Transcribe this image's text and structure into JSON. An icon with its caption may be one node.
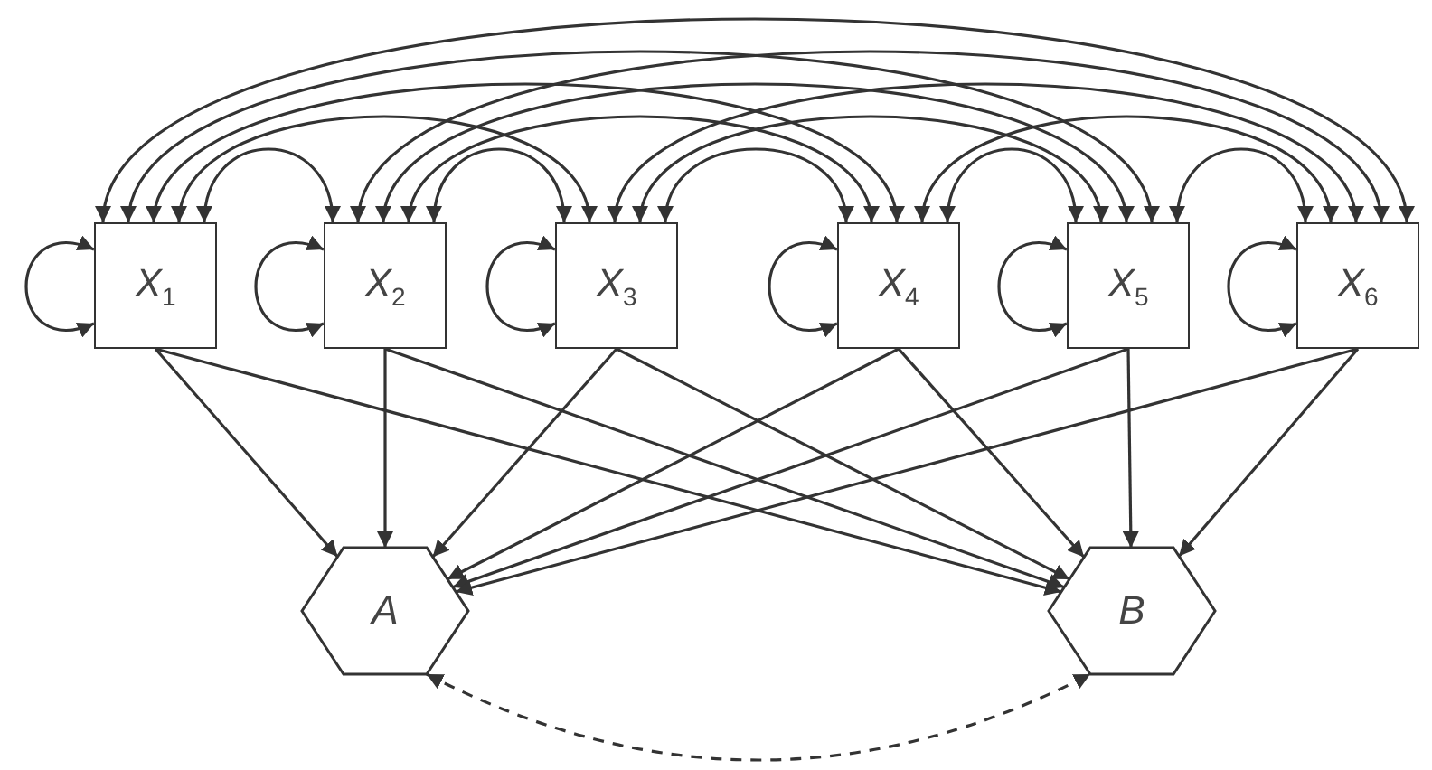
{
  "diagram": {
    "nodes": [
      {
        "text": [
          "X$_{1}$"
        ]
      },
      {
        "text": [
          "X$_{2}$"
        ]
      },
      {
        "text": [
          "X$_{3}$"
        ]
      },
      {
        "text": [
          "X$_{4}$"
        ]
      },
      {
        "text": [
          "X$_{5}$"
        ]
      },
      {
        "text": [
          "X$_{6}$"
        ]
      },
      {
        "text": [
          "A"
        ]
      },
      {
        "text": [
          "B"
        ]
      }
    ],
    "edges": [
      {
        "from": 0,
        "to": 0,
        "arrow": "both"
      },
      {
        "from": 1,
        "to": 1,
        "arrow": "both"
      },
      {
        "from": 2,
        "to": 2,
        "arrow": "both"
      },
      {
        "from": 3,
        "to": 3,
        "arrow": "both"
      },
      {
        "from": 4,
        "to": 4,
        "arrow": "both"
      },
      {
        "from": 5,
        "to": 5,
        "arrow": "both"
      },
      {
        "from": 0,
        "to": 1,
        "arrow": "both"
      },
      {
        "from": 0,
        "to": 2,
        "arrow": "both"
      },
      {
        "from": 0,
        "to": 3,
        "arrow": "both"
      },
      {
        "from": 0,
        "to": 4,
        "arrow": "both"
      },
      {
        "from": 0,
        "to": 5,
        "arrow": "both"
      },
      {
        "from": 1,
        "to": 2,
        "arrow": "both"
      },
      {
        "from": 1,
        "to": 3,
        "arrow": "both"
      },
      {
        "from": 1,
        "to": 4,
        "arrow": "both"
      },
      {
        "from": 1,
        "to": 5,
        "arrow": "both"
      },
      {
        "from": 2,
        "to": 3,
        "arrow": "both"
      },
      {
        "from": 2,
        "to": 4,
        "arrow": "both"
      },
      {
        "from": 2,
        "to": 5,
        "arrow": "both"
      },
      {
        "from": 3,
        "to": 4,
        "arrow": "both"
      },
      {
        "from": 3,
        "to": 5,
        "arrow": "both"
      },
      {
        "from": 4,
        "to": 5,
        "arrow": "both"
      },
      {
        "from": 0,
        "to": 6,
        "arrow": "to"
      },
      {
        "from": 0,
        "to": 7,
        "arrow": "to"
      },
      {
        "from": 1,
        "to": 6,
        "arrow": "to"
      },
      {
        "from": 1,
        "to": 7,
        "arrow": "to"
      },
      {
        "from": 2,
        "to": 6,
        "arrow": "to"
      },
      {
        "from": 2,
        "to": 7,
        "arrow": "to"
      },
      {
        "from": 3,
        "to": 6,
        "arrow": "to"
      },
      {
        "from": 3,
        "to": 7,
        "arrow": "to"
      },
      {
        "from": 4,
        "to": 6,
        "arrow": "to"
      },
      {
        "from": 4,
        "to": 7,
        "arrow": "to"
      },
      {
        "from": 5,
        "to": 6,
        "arrow": "to"
      },
      {
        "from": 5,
        "to": 7,
        "arrow": "to"
      },
      {
        "from": 6,
        "to": 7,
        "arrow": "both",
        "style": "dashed"
      }
    ]
  }
}
